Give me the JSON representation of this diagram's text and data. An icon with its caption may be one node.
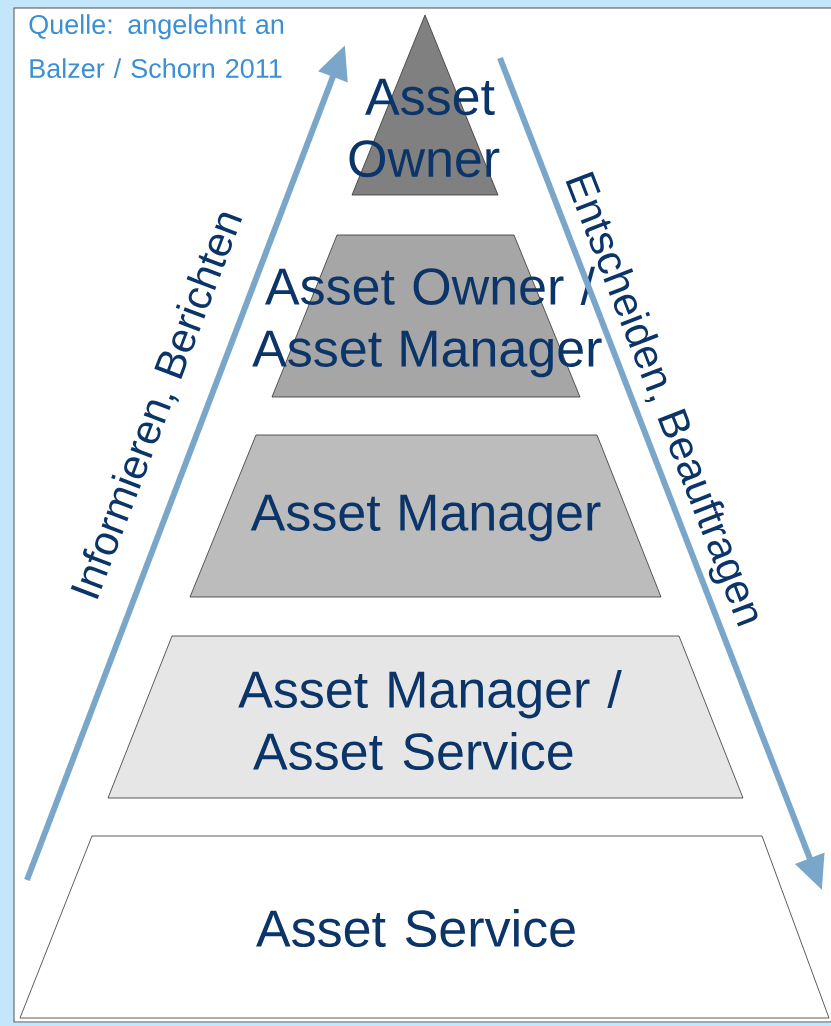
{
  "diagram": {
    "nodes": [
      {
        "text": [
          "Asset Owner"
        ]
      },
      {
        "text": [
          "Asset Owner / Asset Manager"
        ]
      },
      {
        "text": [
          "Asset Manager"
        ]
      },
      {
        "text": [
          "Asset Manager / Asset Service"
        ]
      },
      {
        "text": [
          "Asset Service"
        ]
      }
    ],
    "labels": [
      "Quelle: angelehnt an Balzer / Schorn 2011",
      "Informieren, Berichten",
      "Entscheiden, Beauftragen"
    ]
  }
}
